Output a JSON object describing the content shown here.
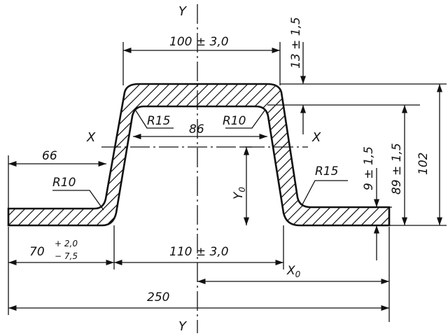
{
  "axes": {
    "y_top": "Y",
    "y_bottom": "Y",
    "x_left": "X",
    "x_right": "X",
    "y0": "Y",
    "y0_sub": "0",
    "x0": "X",
    "x0_sub": "0"
  },
  "dimensions": {
    "top_width": "100 ± 3,0",
    "inner_width": "86",
    "left_flange": "66",
    "left_bottom_main": "70",
    "left_bottom_plus": "+ 2,0",
    "left_bottom_minus": "− 7,5",
    "bottom_opening": "110 ± 3,0",
    "overall_width": "250",
    "top_thickness": "13 ± 1,5",
    "flange_thickness": "9 ± 1,5",
    "inner_height": "89 ± 1,5",
    "overall_height": "102"
  },
  "radii": {
    "r_left_top_inner": "R15",
    "r_right_top_inner": "R10",
    "r_left_bottom": "R10",
    "r_right_bottom": "R15"
  }
}
